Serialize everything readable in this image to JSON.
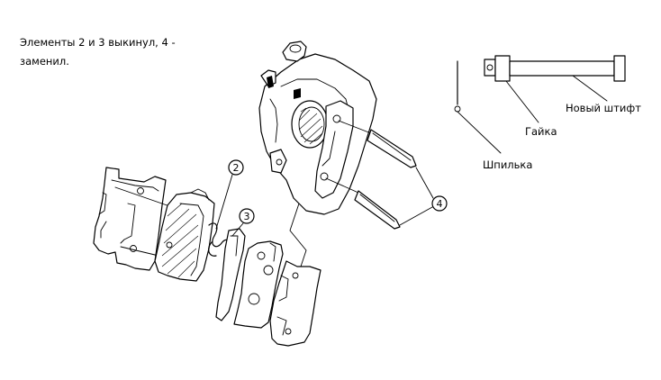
{
  "note": {
    "line1": "Элементы 2 и 3 выкинул, 4 -",
    "line2": "заменил."
  },
  "labels": {
    "new_pin": "Новый штифт",
    "nut": "Гайка",
    "cotter_pin": "Шпилька"
  },
  "callouts": {
    "c2": "2",
    "c3": "3",
    "c4": "4"
  },
  "colors": {
    "ink": "#000000",
    "background": "#ffffff"
  }
}
